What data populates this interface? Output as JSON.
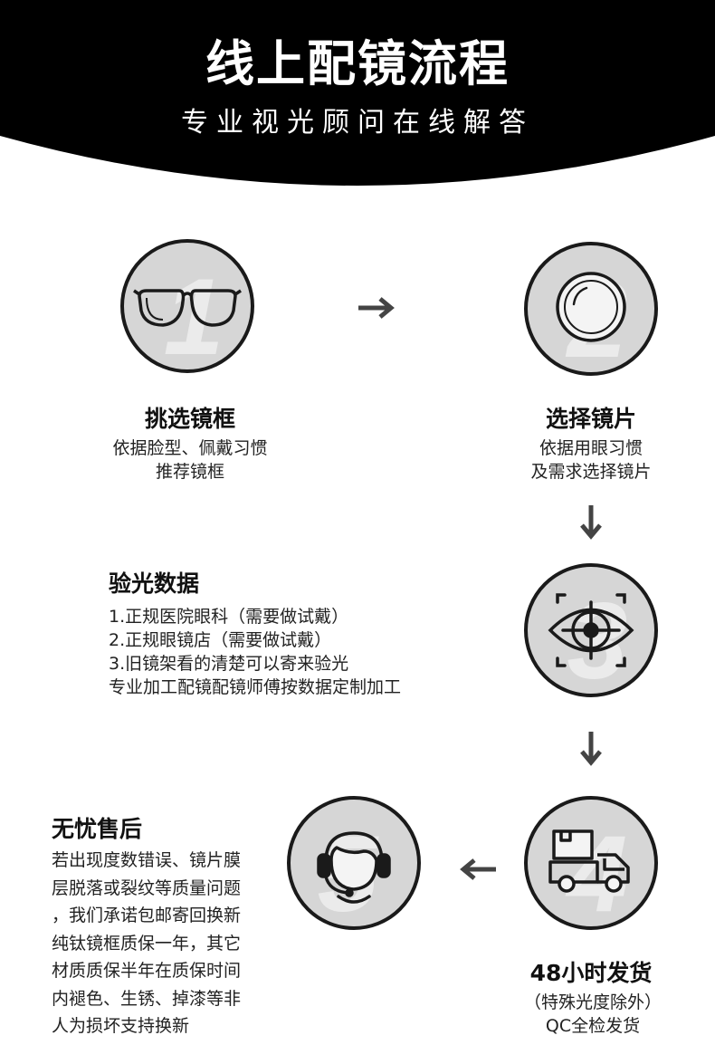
{
  "header": {
    "title": "线上配镜流程",
    "subtitle": "专业视光顾问在线解答"
  },
  "steps": [
    {
      "number": "1",
      "icon": "glasses-icon",
      "title": "挑选镜框",
      "lines": [
        "依据脸型、佩戴习惯",
        "推荐镜框"
      ]
    },
    {
      "number": "2",
      "icon": "lens-icon",
      "title": "选择镜片",
      "lines": [
        "依据用眼习惯",
        "及需求选择镜片"
      ]
    },
    {
      "number": "3",
      "icon": "eye-scan-icon",
      "title": "验光数据",
      "lines": [
        "1.正规医院眼科（需要做试戴）",
        "2.正规眼镜店（需要做试戴）",
        "3.旧镜架看的清楚可以寄来验光",
        "专业加工配镜配镜师傅按数据定制加工"
      ]
    },
    {
      "number": "4",
      "icon": "delivery-truck-icon",
      "title": "48小时发货",
      "lines": [
        "（特殊光度除外）",
        "QC全检发货"
      ]
    },
    {
      "number": "5",
      "icon": "headset-agent-icon",
      "title": "无忧售后",
      "lines": [
        "若出现度数错误、镜片膜",
        "层脱落或裂纹等质量问题",
        "，我们承诺包邮寄回换新",
        "纯钛镜框质保一年，其它",
        "材质质保半年在质保时间",
        "内褪色、生锈、掉漆等非",
        "人为损坏支持换新"
      ]
    }
  ],
  "colors": {
    "banner": "#000000",
    "circle_fill": "#d6d6d6",
    "circle_ring": "#1a1a1a",
    "arrow": "#444444"
  }
}
